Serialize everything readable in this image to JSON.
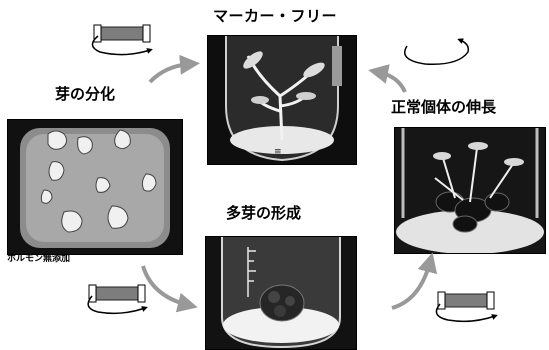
{
  "labels": {
    "top": "マーカー・フリー",
    "left": "芽の分化",
    "right": "正常個体の伸長",
    "bottom": "多芽の形成",
    "hormone_note": "ホルモン無添加"
  }
}
